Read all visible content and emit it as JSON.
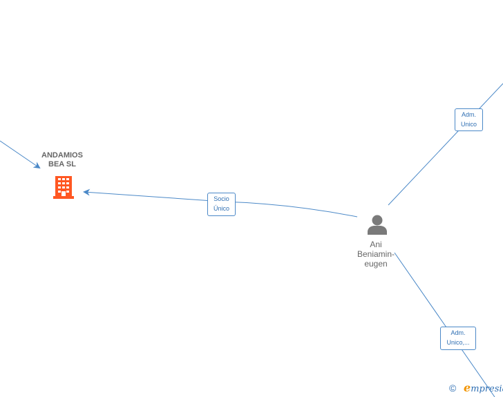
{
  "nodes": {
    "company": {
      "name_line1": "ANDAMIOS",
      "name_line2": "BEA  SL",
      "icon": "building-icon",
      "color": "#ff5722"
    },
    "person": {
      "name_line1": "Ani",
      "name_line2": "Beniamin-",
      "name_line3": "eugen",
      "icon": "person-icon",
      "color": "#7a7a7a"
    }
  },
  "edges": {
    "socio": {
      "line1": "Socio",
      "line2": "Único"
    },
    "adm_top": {
      "line1": "Adm.",
      "line2": "Unico"
    },
    "adm_bottom": {
      "line1": "Adm.",
      "line2": "Unico,..."
    }
  },
  "colors": {
    "edge": "#4a88c7",
    "label_text": "#2f6fb3"
  },
  "footer": {
    "copyright_symbol": "©",
    "brand_initial": "e",
    "brand_rest": "mpresia"
  }
}
